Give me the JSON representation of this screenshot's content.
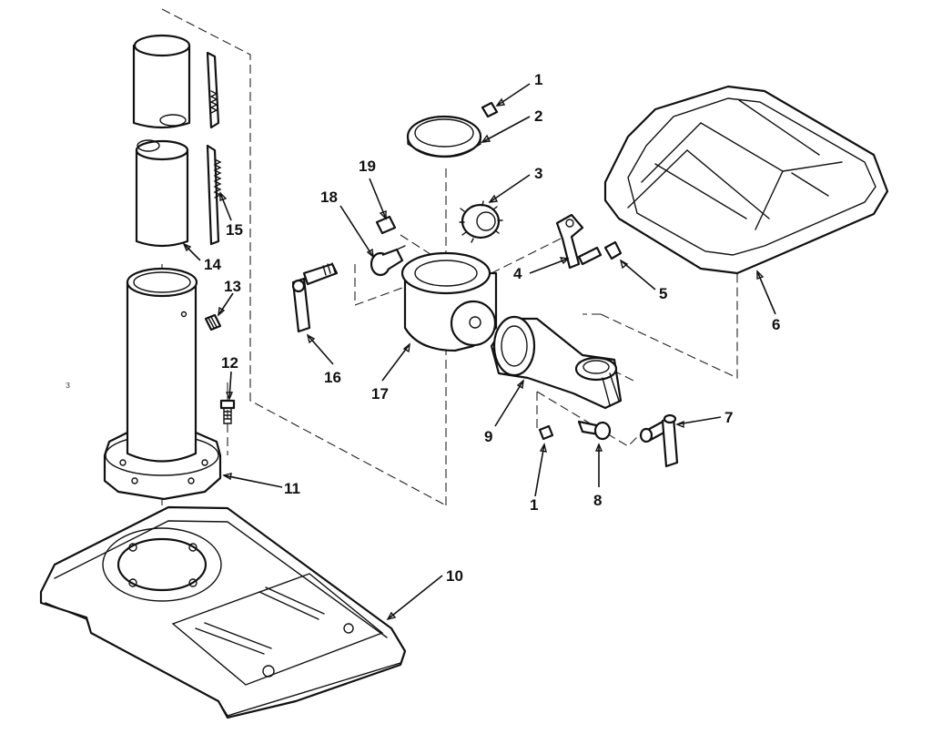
{
  "callouts": [
    {
      "id": "c1a",
      "text": "1"
    },
    {
      "id": "c2",
      "text": "2"
    },
    {
      "id": "c3",
      "text": "3"
    },
    {
      "id": "c4",
      "text": "4"
    },
    {
      "id": "c5",
      "text": "5"
    },
    {
      "id": "c6",
      "text": "6"
    },
    {
      "id": "c7",
      "text": "7"
    },
    {
      "id": "c8",
      "text": "8"
    },
    {
      "id": "c9",
      "text": "9"
    },
    {
      "id": "c1b",
      "text": "1"
    },
    {
      "id": "c10",
      "text": "10"
    },
    {
      "id": "c11",
      "text": "11"
    },
    {
      "id": "c12",
      "text": "12"
    },
    {
      "id": "c13",
      "text": "13"
    },
    {
      "id": "c14",
      "text": "14"
    },
    {
      "id": "c15",
      "text": "15"
    },
    {
      "id": "c16",
      "text": "16"
    },
    {
      "id": "c17",
      "text": "17"
    },
    {
      "id": "c18",
      "text": "18"
    },
    {
      "id": "c19",
      "text": "19"
    }
  ],
  "stray_mark": "з"
}
